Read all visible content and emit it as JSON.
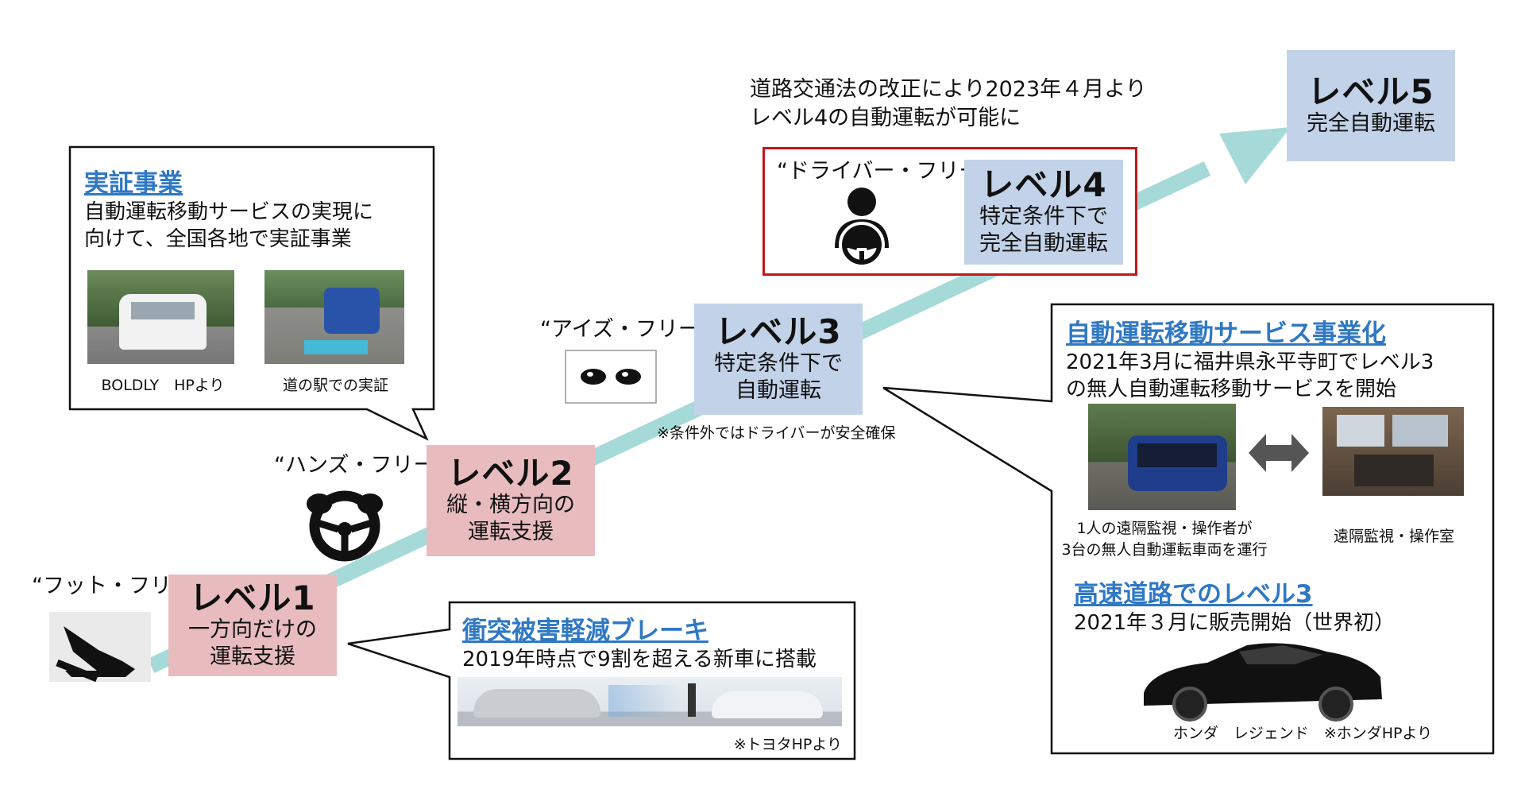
{
  "levels": [
    {
      "title": "レベル1",
      "desc1": "一方向だけの",
      "desc2": "運転支援",
      "free": "“フット・フリー”"
    },
    {
      "title": "レベル2",
      "desc1": "縦・横方向の",
      "desc2": "運転支援",
      "free": "“ハンズ・フリー”"
    },
    {
      "title": "レベル3",
      "desc1": "特定条件下で",
      "desc2": "自動運転",
      "free": "“アイズ・フリー”",
      "note": "※条件外ではドライバーが安全確保"
    },
    {
      "title": "レベル4",
      "desc1": "特定条件下で",
      "desc2": "完全自動運転",
      "free": "“ドライバー・フリー”"
    },
    {
      "title": "レベル5",
      "desc1": "完全自動運転"
    }
  ],
  "law_note": {
    "line1": "道路交通法の改正により2023年４月より",
    "line2": "レベル4の自動運転が可能に"
  },
  "callout_jissho": {
    "title": "実証事業",
    "line1": "自動運転移動サービスの実現に",
    "line2": "向けて、全国各地で実証事業",
    "cap1": "BOLDLY　HPより",
    "cap2": "道の駅での実証"
  },
  "callout_brake": {
    "title": "衝突被害軽減ブレーキ",
    "line1": "2019年時点で9割を超える新車に搭載",
    "cap": "※トヨタHPより"
  },
  "callout_service": {
    "title": "自動運転移動サービス事業化",
    "line1": "2021年3月に福井県永平寺町でレベル3",
    "line2": "の無人自動運転移動サービスを開始",
    "cap1a": "1人の遠隔監視・操作者が",
    "cap1b": "3台の無人自動運転車両を運行",
    "cap2": "遠隔監視・操作室",
    "title2": "高速道路でのレベル3",
    "line3": "2021年３月に販売開始（世界初）",
    "cap3": "ホンダ　レジェンド　※ホンダHPより"
  },
  "icons": [
    "foot-pedal-icon",
    "steering-hands-icon",
    "eyes-icon",
    "driver-icon",
    "bidirectional-arrow-icon"
  ],
  "colors": {
    "arrow": "#a6dad9",
    "level_pink": "#e8bcbf",
    "level_blue": "#c2d2e8",
    "link_blue": "#2f78c4",
    "frame_red": "#c0171d"
  }
}
